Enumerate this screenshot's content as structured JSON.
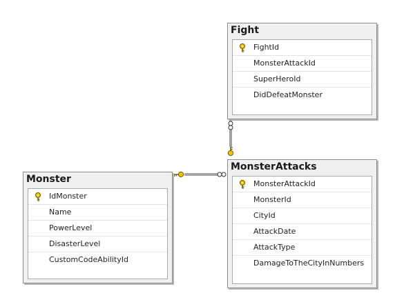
{
  "tables": {
    "fight": {
      "title": "Fight",
      "columns": [
        {
          "name": "FightId",
          "key": true
        },
        {
          "name": "MonsterAttackId",
          "key": false
        },
        {
          "name": "SuperHeroId",
          "key": false
        },
        {
          "name": "DidDefeatMonster",
          "key": false
        }
      ]
    },
    "monster": {
      "title": "Monster",
      "columns": [
        {
          "name": "IdMonster",
          "key": true
        },
        {
          "name": "Name",
          "key": false
        },
        {
          "name": "PowerLevel",
          "key": false
        },
        {
          "name": "DisasterLevel",
          "key": false
        },
        {
          "name": "CustomCodeAbilityId",
          "key": false
        }
      ]
    },
    "monster_attacks": {
      "title": "MonsterAttacks",
      "columns": [
        {
          "name": "MonsterAttackId",
          "key": true
        },
        {
          "name": "MonsterId",
          "key": false
        },
        {
          "name": "CityId",
          "key": false
        },
        {
          "name": "AttackDate",
          "key": false
        },
        {
          "name": "AttackType",
          "key": false
        },
        {
          "name": "DamageToTheCityInNumbers",
          "key": false
        }
      ]
    }
  },
  "relationships": [
    {
      "from": "monster_attacks",
      "to": "fight",
      "one_end": "monster_attacks",
      "many_end": "fight"
    },
    {
      "from": "monster",
      "to": "monster_attacks",
      "one_end": "monster",
      "many_end": "monster_attacks"
    }
  ],
  "colors": {
    "key_gold": "#f2c200",
    "key_outline": "#6b5600",
    "connector": "#8a8a8a",
    "table_border": "#8c8c8c",
    "title_bg": "#f0f0f0"
  }
}
